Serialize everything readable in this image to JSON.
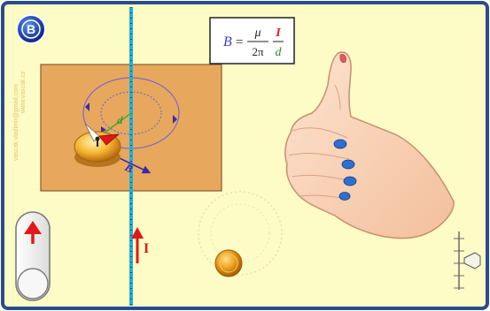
{
  "app": {
    "logo_letter": "B",
    "watermark_line1": "vascak.vladimir@gmail.com",
    "watermark_line2": "www.vascak.cz"
  },
  "formula": {
    "lhs": "B",
    "equals": "=",
    "mu": "μ",
    "two_pi": "2π",
    "current": "I",
    "distance": "d"
  },
  "labels": {
    "d": "d",
    "b_vector": "B",
    "current": "I"
  },
  "colors": {
    "background": "#fdfbc6",
    "panel_border": "#2a4c8c",
    "plate": "#e7a85e",
    "wire": "#23b0d4",
    "accent_red": "#e01818",
    "field_lines": "#6e5cc8",
    "compass_gold": "#f2b02a",
    "skin": "#f7d1b5",
    "nails": "#2f6fd0"
  },
  "icons": {
    "logo": "b-field-logo-icon",
    "current_toggle": "current-direction-arrow-icon",
    "compass": "compass-icon",
    "probe": "gold-probe-icon",
    "right_hand": "right-hand-thumbs-up-icon",
    "slider": "vertical-slider-icon"
  },
  "controls": {
    "current_direction": "up"
  }
}
